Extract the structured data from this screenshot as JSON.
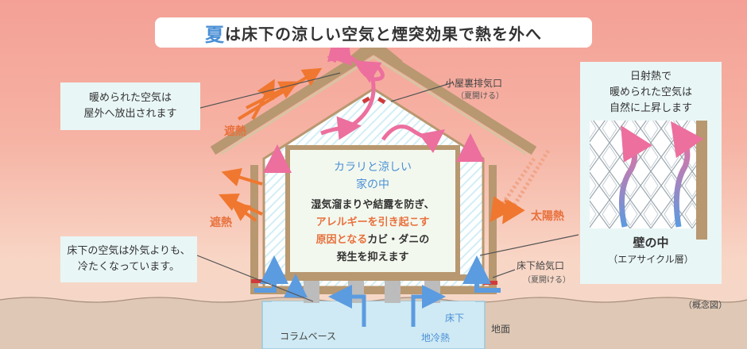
{
  "title": {
    "accent": "夏",
    "rest": "は床下の涼しい空気と煙突効果で熱を外へ"
  },
  "callouts": {
    "warm_out": "暖められた空気は\n屋外へ放出されます",
    "floor_cool": "床下の空気は外気よりも、\n冷たくなっています。",
    "solar_rise": "日射熱で\n暖められた空気は\n自然に上昇します"
  },
  "labels": {
    "attic_vent": "小屋裏排気口",
    "attic_vent_sub": "（夏開ける）",
    "floor_vent": "床下給気口",
    "floor_vent_sub": "（夏開ける）",
    "shield_top": "遮熱",
    "shield_bottom": "遮熱",
    "solar_heat": "太陽熱",
    "floor_under": "床下",
    "ground": "地面",
    "column_base": "コラムベース",
    "ground_cold": "地冷熱",
    "concept": "（概念図）"
  },
  "inner": {
    "title": "カラリと涼しい\n家の中",
    "line1": "湿気溜まりや結露を防ぎ、",
    "line2": "アレルギーを引き起こす",
    "line3_a": "原因となる",
    "line3_b": "カビ・ダニの",
    "line4": "発生を抑えます"
  },
  "wall": {
    "title": "壁の中",
    "sub": "（エアサイクル層）"
  },
  "colors": {
    "accent_blue": "#4a8fd6",
    "accent_orange": "#e8703c",
    "pink": "#ec6f9e",
    "wall_brown": "#b89870",
    "panel_mint": "#e9f6f6"
  }
}
